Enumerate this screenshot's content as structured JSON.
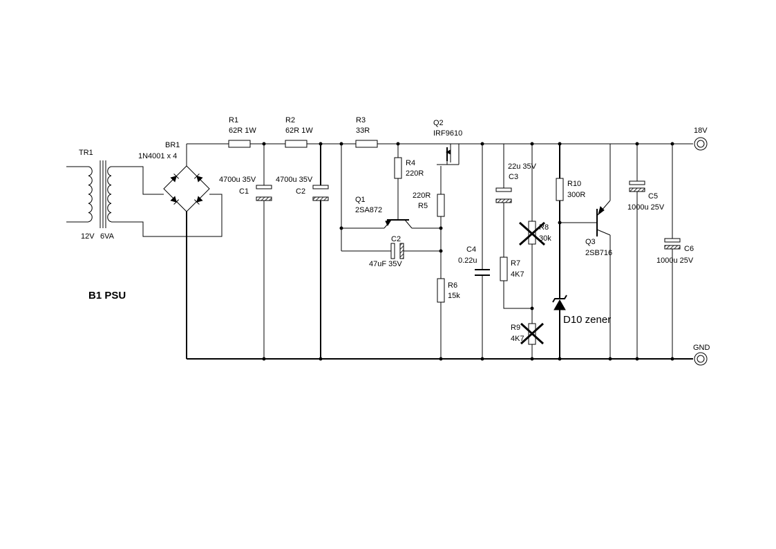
{
  "title": "B1 PSU",
  "terminals": {
    "out_pos": "18V",
    "out_gnd": "GND"
  },
  "components": {
    "tr1": {
      "ref": "TR1",
      "primary": "12V",
      "rating": "6VA"
    },
    "br1": {
      "ref": "BR1",
      "value": "1N4001 x 4"
    },
    "r1": {
      "ref": "R1",
      "value": "62R 1W"
    },
    "r2": {
      "ref": "R2",
      "value": "62R 1W"
    },
    "r3": {
      "ref": "R3",
      "value": "33R"
    },
    "r4": {
      "ref": "R4",
      "value": "220R"
    },
    "r5": {
      "ref": "R5",
      "value": "220R"
    },
    "r6": {
      "ref": "R6",
      "value": "15k"
    },
    "r7": {
      "ref": "R7",
      "value": "4K7"
    },
    "r8": {
      "ref": "R8",
      "value": "30k"
    },
    "r9": {
      "ref": "R9",
      "value": "4K7"
    },
    "r10": {
      "ref": "R10",
      "value": "300R"
    },
    "c1": {
      "ref": "C1",
      "value": "4700u 35V"
    },
    "c2b": {
      "ref": "C2",
      "value": "4700u 35V"
    },
    "c2": {
      "ref": "C2",
      "value": "47uF 35V"
    },
    "c3": {
      "ref": "C3",
      "value": "22u 35V"
    },
    "c4": {
      "ref": "C4",
      "value": "0.22u"
    },
    "c5": {
      "ref": "C5",
      "value": "1000u 25V"
    },
    "c6": {
      "ref": "C6",
      "value": "1000u 25V"
    },
    "q1": {
      "ref": "Q1",
      "value": "2SA872"
    },
    "q2": {
      "ref": "Q2",
      "value": "IRF9610"
    },
    "q3": {
      "ref": "Q3",
      "value": "2SB716"
    },
    "d10": {
      "label": "D10 zener"
    }
  }
}
